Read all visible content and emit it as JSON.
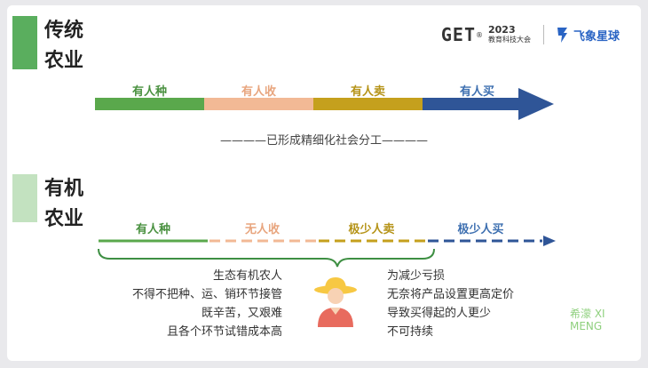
{
  "traditional": {
    "title": "传统\n农业",
    "stages": [
      {
        "label": "有人种"
      },
      {
        "label": "有人收"
      },
      {
        "label": "有人卖"
      },
      {
        "label": "有人买"
      }
    ],
    "caption": "————已形成精细化社会分工————"
  },
  "organic": {
    "title": "有机\n农业",
    "stages": [
      {
        "label": "有人种"
      },
      {
        "label": "无人收"
      },
      {
        "label": "极少人卖"
      },
      {
        "label": "极少人买"
      }
    ]
  },
  "notes": {
    "left": [
      "生态有机农人",
      "不得不把种、运、销环节接管",
      "既辛苦，又艰难",
      "且各个环节试错成本高"
    ],
    "right": [
      "为减少亏损",
      "无奈将产品设置更高定价",
      "导致买得起的人更少",
      "不可持续"
    ]
  },
  "logos": {
    "get_word": "GET",
    "get_year": "2023",
    "get_sub": "教育科技大会",
    "feixiang": "飞象星球"
  },
  "watermark": {
    "line1": "希濛 XI",
    "line2": "MENG"
  },
  "colors": {
    "green": "#5aa84c",
    "peach": "#f2b995",
    "gold": "#c5a01d",
    "blue": "#2f5597"
  }
}
